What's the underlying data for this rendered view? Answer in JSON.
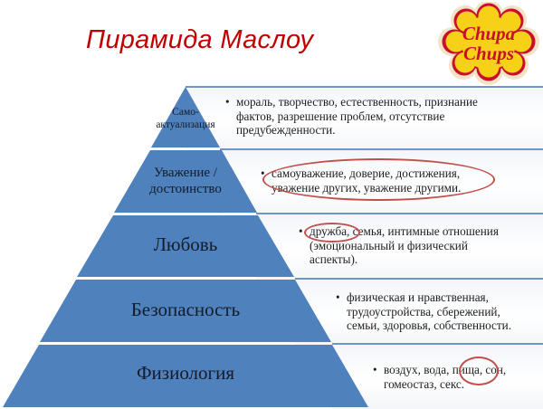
{
  "title": "Пирамида Маслоу",
  "logo": {
    "line1": "Chupa",
    "line2": "Chups",
    "colors": {
      "fill": "#f7d117",
      "text": "#c8102e",
      "border": "#c8102e",
      "outer": "#f2e3c4"
    }
  },
  "colors": {
    "pyramid": "#4f81bd",
    "separator": "#6f95c6",
    "highlight": "#c0504d"
  },
  "levels": [
    {
      "label_line1": "Само-",
      "label_line2": "актуализация",
      "description_lines": [
        "мораль, творчество, естественность,  признание",
        "фактов, разрешение проблем, отсутствие",
        "предубежденности."
      ],
      "highlight": ""
    },
    {
      "label_line1": "Уважение /",
      "label_line2": "достоинство",
      "description_lines": [
        "самоуважение, доверие, достижения,",
        "уважение других, уважение другими."
      ],
      "highlight": "entire item"
    },
    {
      "label": "Любовь",
      "description_lines": [
        "дружба, семья, интимные отношения",
        "(эмоциональный и физический",
        "аспекты)."
      ],
      "highlight": "дружба"
    },
    {
      "label": "Безопасность",
      "description_lines": [
        "физическая и нравственная,",
        "трудоустройства, сбережений,",
        "семьи, здоровья, собственности."
      ],
      "highlight": ""
    },
    {
      "label": "Физиология",
      "description_lines": [
        "воздух, вода, пища, сон,",
        "гомеостаз, секс."
      ],
      "highlight": "пища"
    }
  ],
  "bullet": "•"
}
